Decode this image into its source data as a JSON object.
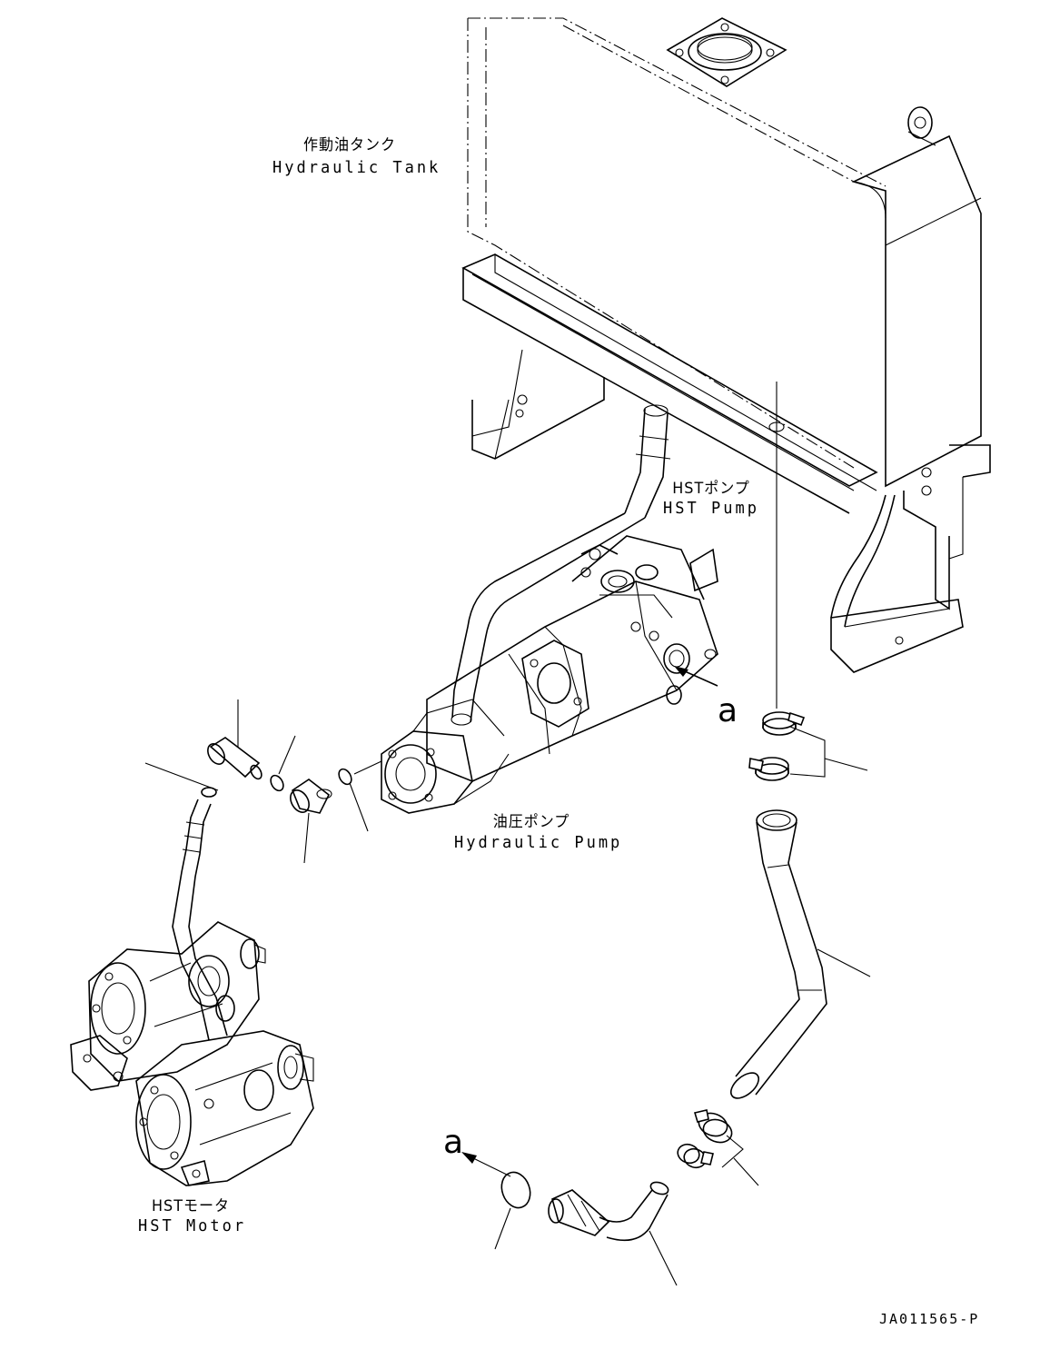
{
  "labels": {
    "hydraulic_tank_ja": "作動油タンク",
    "hydraulic_tank_en": "Hydraulic Tank",
    "hst_pump_ja": "HSTポンプ",
    "hst_pump_en": "HST Pump",
    "hydraulic_pump_ja": "油圧ポンプ",
    "hydraulic_pump_en": "Hydraulic Pump",
    "hst_motor_ja": "HSTモータ",
    "hst_motor_en": "HST Motor"
  },
  "references": {
    "a_upper": "a",
    "a_lower": "a"
  },
  "drawing_number": "JA011565-P"
}
